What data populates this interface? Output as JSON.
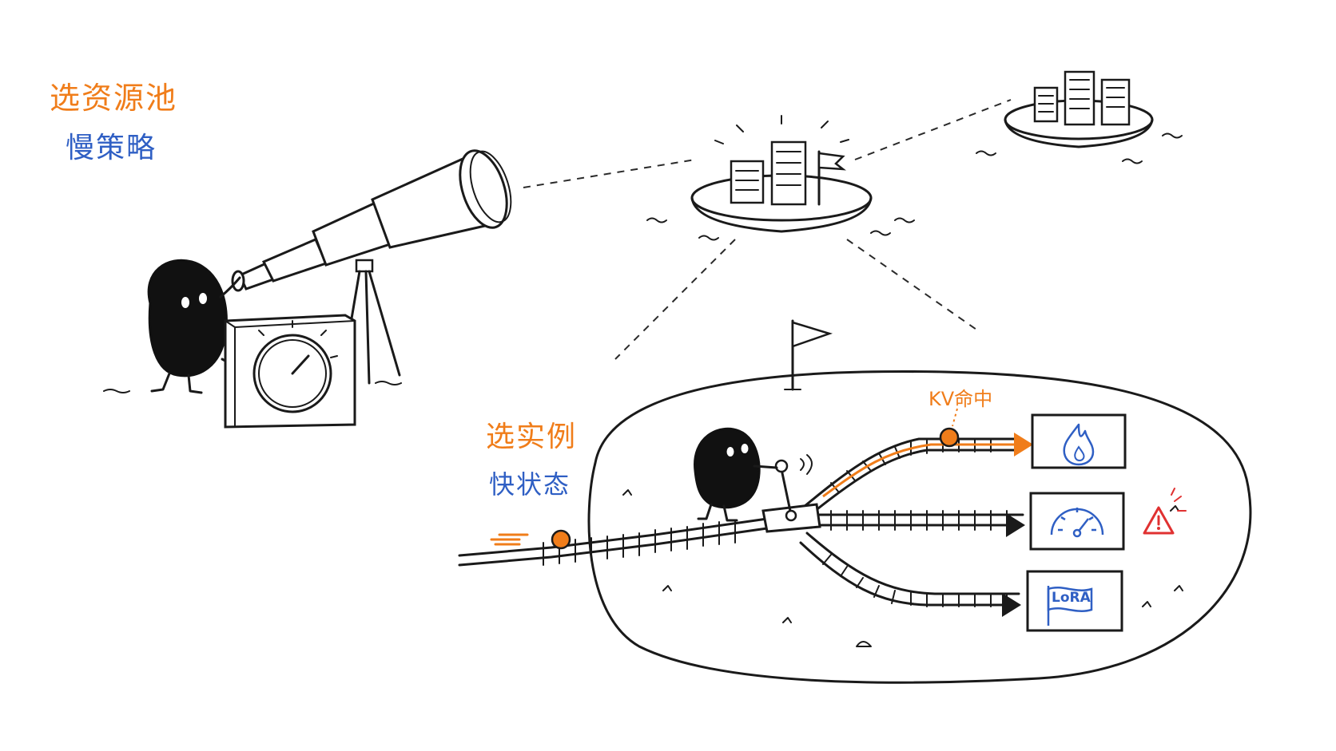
{
  "labels": {
    "pool_title": "选资源池",
    "pool_subtitle": "慢策略",
    "instance_title": "选实例",
    "instance_subtitle": "快状态",
    "kv_hit": "KV命中",
    "lora_badge": "LoRA"
  },
  "colors": {
    "orange": "#f07d1a",
    "blue": "#2f5fc4",
    "red": "#e03131",
    "ink": "#1a1a1a",
    "background": "#ffffff"
  },
  "icons": {
    "route_1": "flame-icon",
    "route_2": "speedometer-icon",
    "route_3": "lora-flag-icon",
    "warning": "warning-triangle-icon"
  }
}
